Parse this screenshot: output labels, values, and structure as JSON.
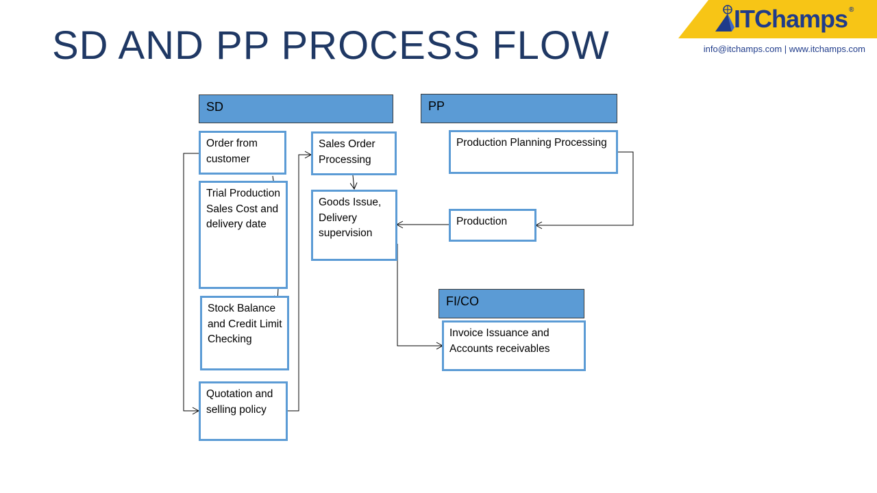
{
  "slide": {
    "title": "SD AND PP PROCESS FLOW",
    "logo": {
      "name": "ITChamps",
      "registered": "®"
    },
    "contact": "info@itchamps.com | www.itchamps.com"
  },
  "headers": {
    "sd": "SD",
    "pp": "PP",
    "fico": "FI/CO"
  },
  "steps": {
    "order_from_customer": "Order from customer",
    "trial_production": "Trial Production Sales Cost and delivery date",
    "stock_balance": "Stock Balance and Credit Limit Checking",
    "quotation": "Quotation and selling policy",
    "sales_order_processing": "Sales Order Processing",
    "goods_issue": "Goods Issue, Delivery supervision",
    "production_planning": "Production Planning Processing",
    "production": "Production",
    "invoice": "Invoice Issuance and Accounts receivables"
  },
  "colors": {
    "title": "#1f3864",
    "header_fill": "#5b9bd5",
    "box_border": "#5b9bd5",
    "logo_yellow": "#f7c516",
    "logo_blue": "#1f3b8a"
  }
}
